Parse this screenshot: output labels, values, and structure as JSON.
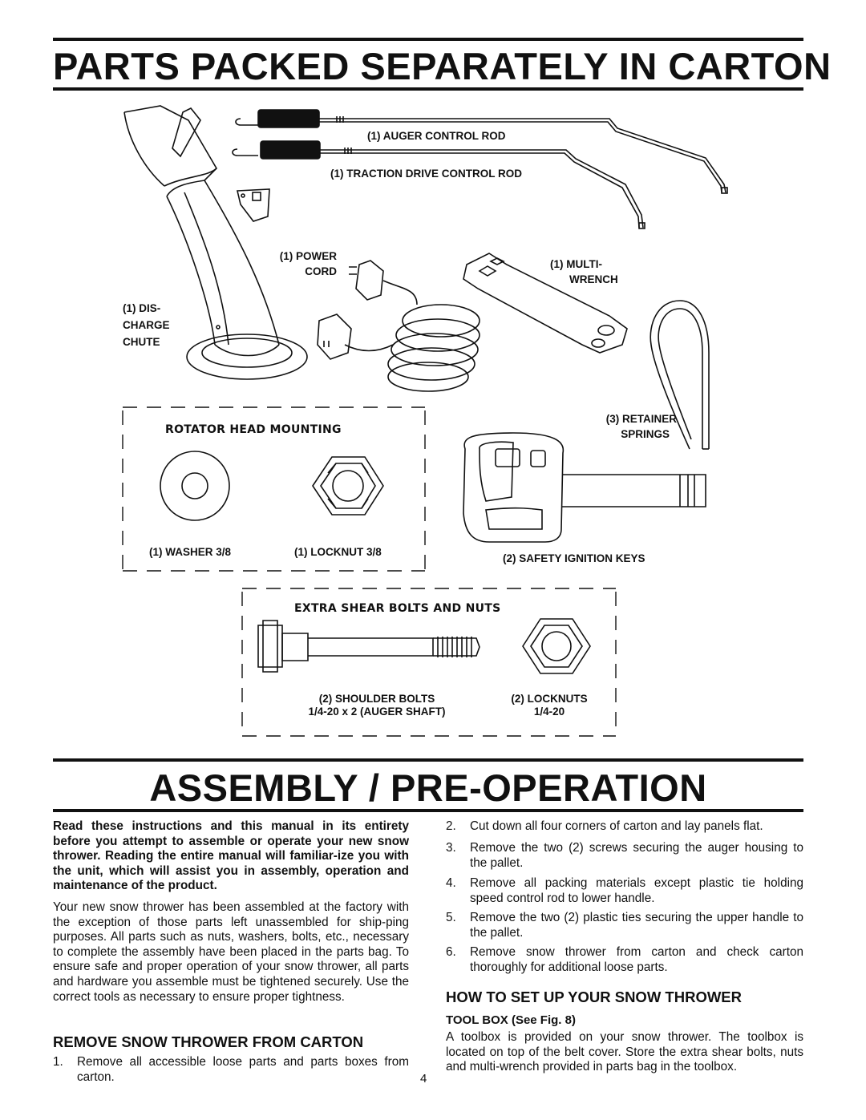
{
  "header": {
    "title": "PARTS PACKED SEPARATELY IN CARTON"
  },
  "parts": {
    "auger_rod": "(1) AUGER CONTROL ROD",
    "traction_rod": "(1) TRACTION DRIVE CONTROL ROD",
    "power_cord_line1": "(1) POWER",
    "power_cord_line2": "CORD",
    "multi_wrench_line1": "(1) MULTI-",
    "multi_wrench_line2": "WRENCH",
    "chute_line1": "(1) DIS-",
    "chute_line2": "CHARGE",
    "chute_line3": "CHUTE",
    "retainer_line1": "(3) RETAINER",
    "retainer_line2": "SPRINGS",
    "ignition_keys": "(2) SAFETY IGNITION KEYS",
    "rotator_title": "ROTATOR HEAD MOUNTING",
    "washer": "(1) WASHER  3/8",
    "locknut": "(1) LOCKNUT  3/8",
    "shear_title": "EXTRA SHEAR BOLTS AND NUTS",
    "shoulder_bolts_line1": "(2) SHOULDER BOLTS",
    "shoulder_bolts_line2": "1/4-20 x 2 (AUGER SHAFT)",
    "locknuts_line1": "(2) LOCKNUTS",
    "locknuts_line2": "1/4-20"
  },
  "assembly": {
    "title": "ASSEMBLY / PRE-OPERATION",
    "intro_bold": "Read these instructions and this manual in its entirety before you attempt to assemble or operate your new snow thrower. Reading the entire manual will familiar-ize you with the unit, which will assist you in assembly, operation and maintenance of the product.",
    "intro_text": "Your new snow thrower has been assembled at the factory with the exception of those parts left unassembled for ship-ping purposes. All parts such as nuts, washers, bolts, etc., necessary to complete the assembly have been placed in the parts bag. To ensure safe and proper operation of your snow thrower, all parts and hardware you assemble must be tightened securely. Use the correct tools as necessary to ensure proper tightness.",
    "remove_heading": "REMOVE SNOW THROWER FROM CARTON",
    "steps": [
      {
        "num": "1.",
        "text": "Remove all accessible loose parts and parts boxes from carton."
      },
      {
        "num": "2.",
        "text": "Cut down all four corners of carton and lay panels flat."
      },
      {
        "num": "3.",
        "text": "Remove the two (2) screws securing the auger housing to the pallet."
      },
      {
        "num": "4.",
        "text": "Remove all packing materials except plastic tie holding speed control rod to lower handle."
      },
      {
        "num": "5.",
        "text": "Remove the two (2) plastic ties securing the upper handle to the pallet."
      },
      {
        "num": "6.",
        "text": "Remove snow thrower from carton and check carton thoroughly for additional loose parts."
      }
    ],
    "setup_heading": "HOW TO SET UP YOUR SNOW THROWER",
    "toolbox_heading": "TOOL BOX (See Fig. 8)",
    "toolbox_text": "A toolbox is provided on your snow thrower. The toolbox is located on top of the belt cover. Store the extra shear bolts, nuts and multi-wrench provided in parts bag in the toolbox."
  },
  "footer": {
    "page_number": "4"
  }
}
